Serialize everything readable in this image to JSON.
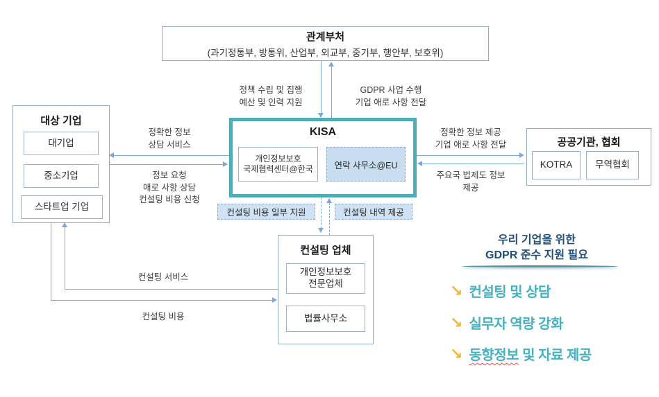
{
  "colors": {
    "kisa_border_teal": "#4fadb8",
    "connector_blue": "#7da7d9",
    "badge_bg": "#cfe2f3",
    "eu_office_bg": "#c9ddf0",
    "heading_navy": "#1f4e79",
    "bullet_teal": "#45b1c1",
    "bullet_arrow_yellow": "#f2b632",
    "spellcheck_red": "#e05252"
  },
  "ministries": {
    "title": "관계부처",
    "members": "(과기정통부, 방통위, 산업부, 외교부, 중기부, 행안부, 보호위)"
  },
  "kisa": {
    "title": "KISA",
    "intl_center": {
      "line1": "개인정보보호",
      "line2": "국제협력센터@한국"
    },
    "eu_office": "연락 사무소@EU"
  },
  "targets": {
    "title": "대상 기업",
    "items": [
      "대기업",
      "중소기업",
      "스타트업 기업"
    ]
  },
  "public_orgs": {
    "title": "공공기관, 협회",
    "items": [
      "KOTRA",
      "무역협회"
    ]
  },
  "consulting": {
    "title": "컨설팅 업체",
    "firm": {
      "line1": "개인정보보호",
      "line2": "전문업체"
    },
    "law_office": "법률사무소"
  },
  "flows": {
    "policy_support": {
      "line1": "정책 수립 및 집행",
      "line2": "예산 및 인력 지원"
    },
    "gdpr_execution": {
      "line1": "GDPR 사업 수행",
      "line2": "기업 애로 사항 전달"
    },
    "accurate_info_service": {
      "line1": "정확한 정보",
      "line2": "상담 서비스"
    },
    "info_request": {
      "line1": "정보 요청",
      "line2": "애로 사항 상담",
      "line3": "컨설팅 비용 신청"
    },
    "accurate_info_provide": {
      "line1": "정확한 정보 제공",
      "line2": "기업 애로 사항 전달"
    },
    "legal_info": {
      "line1": "주요국 법제도 정보",
      "line2": "제공"
    },
    "cost_support_badge": "컨설팅 비용 일부 지원",
    "report_badge": "컨설팅 내역 제공",
    "consulting_service": "컨설팅 서비스",
    "consulting_cost": "컨설팅 비용"
  },
  "summary": {
    "heading_line1": "우리 기업을 위한",
    "heading_line2": "GDPR 준수 지원 필요",
    "bullets": [
      {
        "icon": "↘",
        "text": "컨설팅 및 상담"
      },
      {
        "icon": "↘",
        "text": "실무자 역량 강화"
      },
      {
        "icon": "↘",
        "wavy": "동향정보",
        "rest": " 및 자료 제공"
      }
    ]
  }
}
